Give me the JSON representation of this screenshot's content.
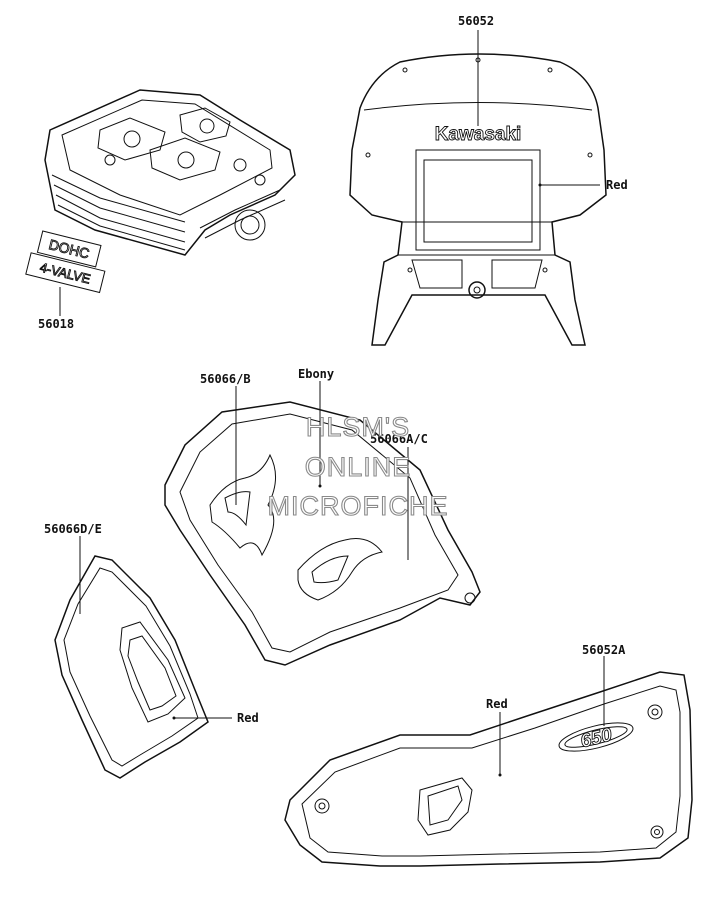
{
  "labels": {
    "p56052": "56052",
    "p56018": "56018",
    "p56066b": "56066/B",
    "ebony": "Ebony",
    "p56066ac": "56066A/C",
    "p56066de": "56066D/E",
    "p56052a": "56052A",
    "red_fairing": "Red",
    "red_side": "Red",
    "red_cover": "Red"
  },
  "decals": {
    "kawasaki": "Kawasaki",
    "dohc": "DOHC",
    "valve": "4-VALVE",
    "model": "650"
  },
  "watermark": {
    "line1": "HLSM'S",
    "line2": "ONLINE",
    "line3": "MICROFICHE"
  }
}
